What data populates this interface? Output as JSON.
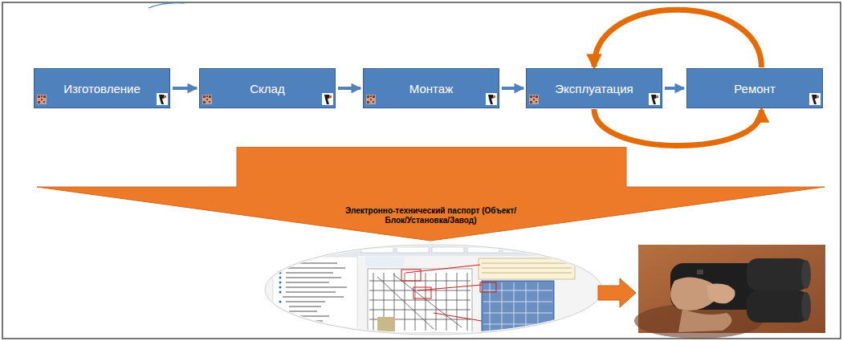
{
  "diagram": {
    "nodes": [
      {
        "text": [
          "Изготовление"
        ]
      },
      {
        "text": [
          "Склад"
        ]
      },
      {
        "text": [
          "Монтаж"
        ]
      },
      {
        "text": [
          "Эксплуатация"
        ]
      },
      {
        "text": [
          "Ремонт"
        ]
      },
      {
        "text": [
          "Электронно-технический паспорт (Объект/Блок/Установка/Завод)"
        ]
      }
    ],
    "edges": [
      {
        "from": 0,
        "to": 1,
        "arrow": "to"
      },
      {
        "from": 1,
        "to": 2,
        "arrow": "to"
      },
      {
        "from": 2,
        "to": 3,
        "arrow": "to"
      },
      {
        "from": 3,
        "to": 4,
        "arrow": "to"
      },
      {
        "from": 4,
        "to": 3,
        "arrow": "to"
      },
      {
        "from": 3,
        "to": 4,
        "arrow": "to"
      }
    ]
  }
}
